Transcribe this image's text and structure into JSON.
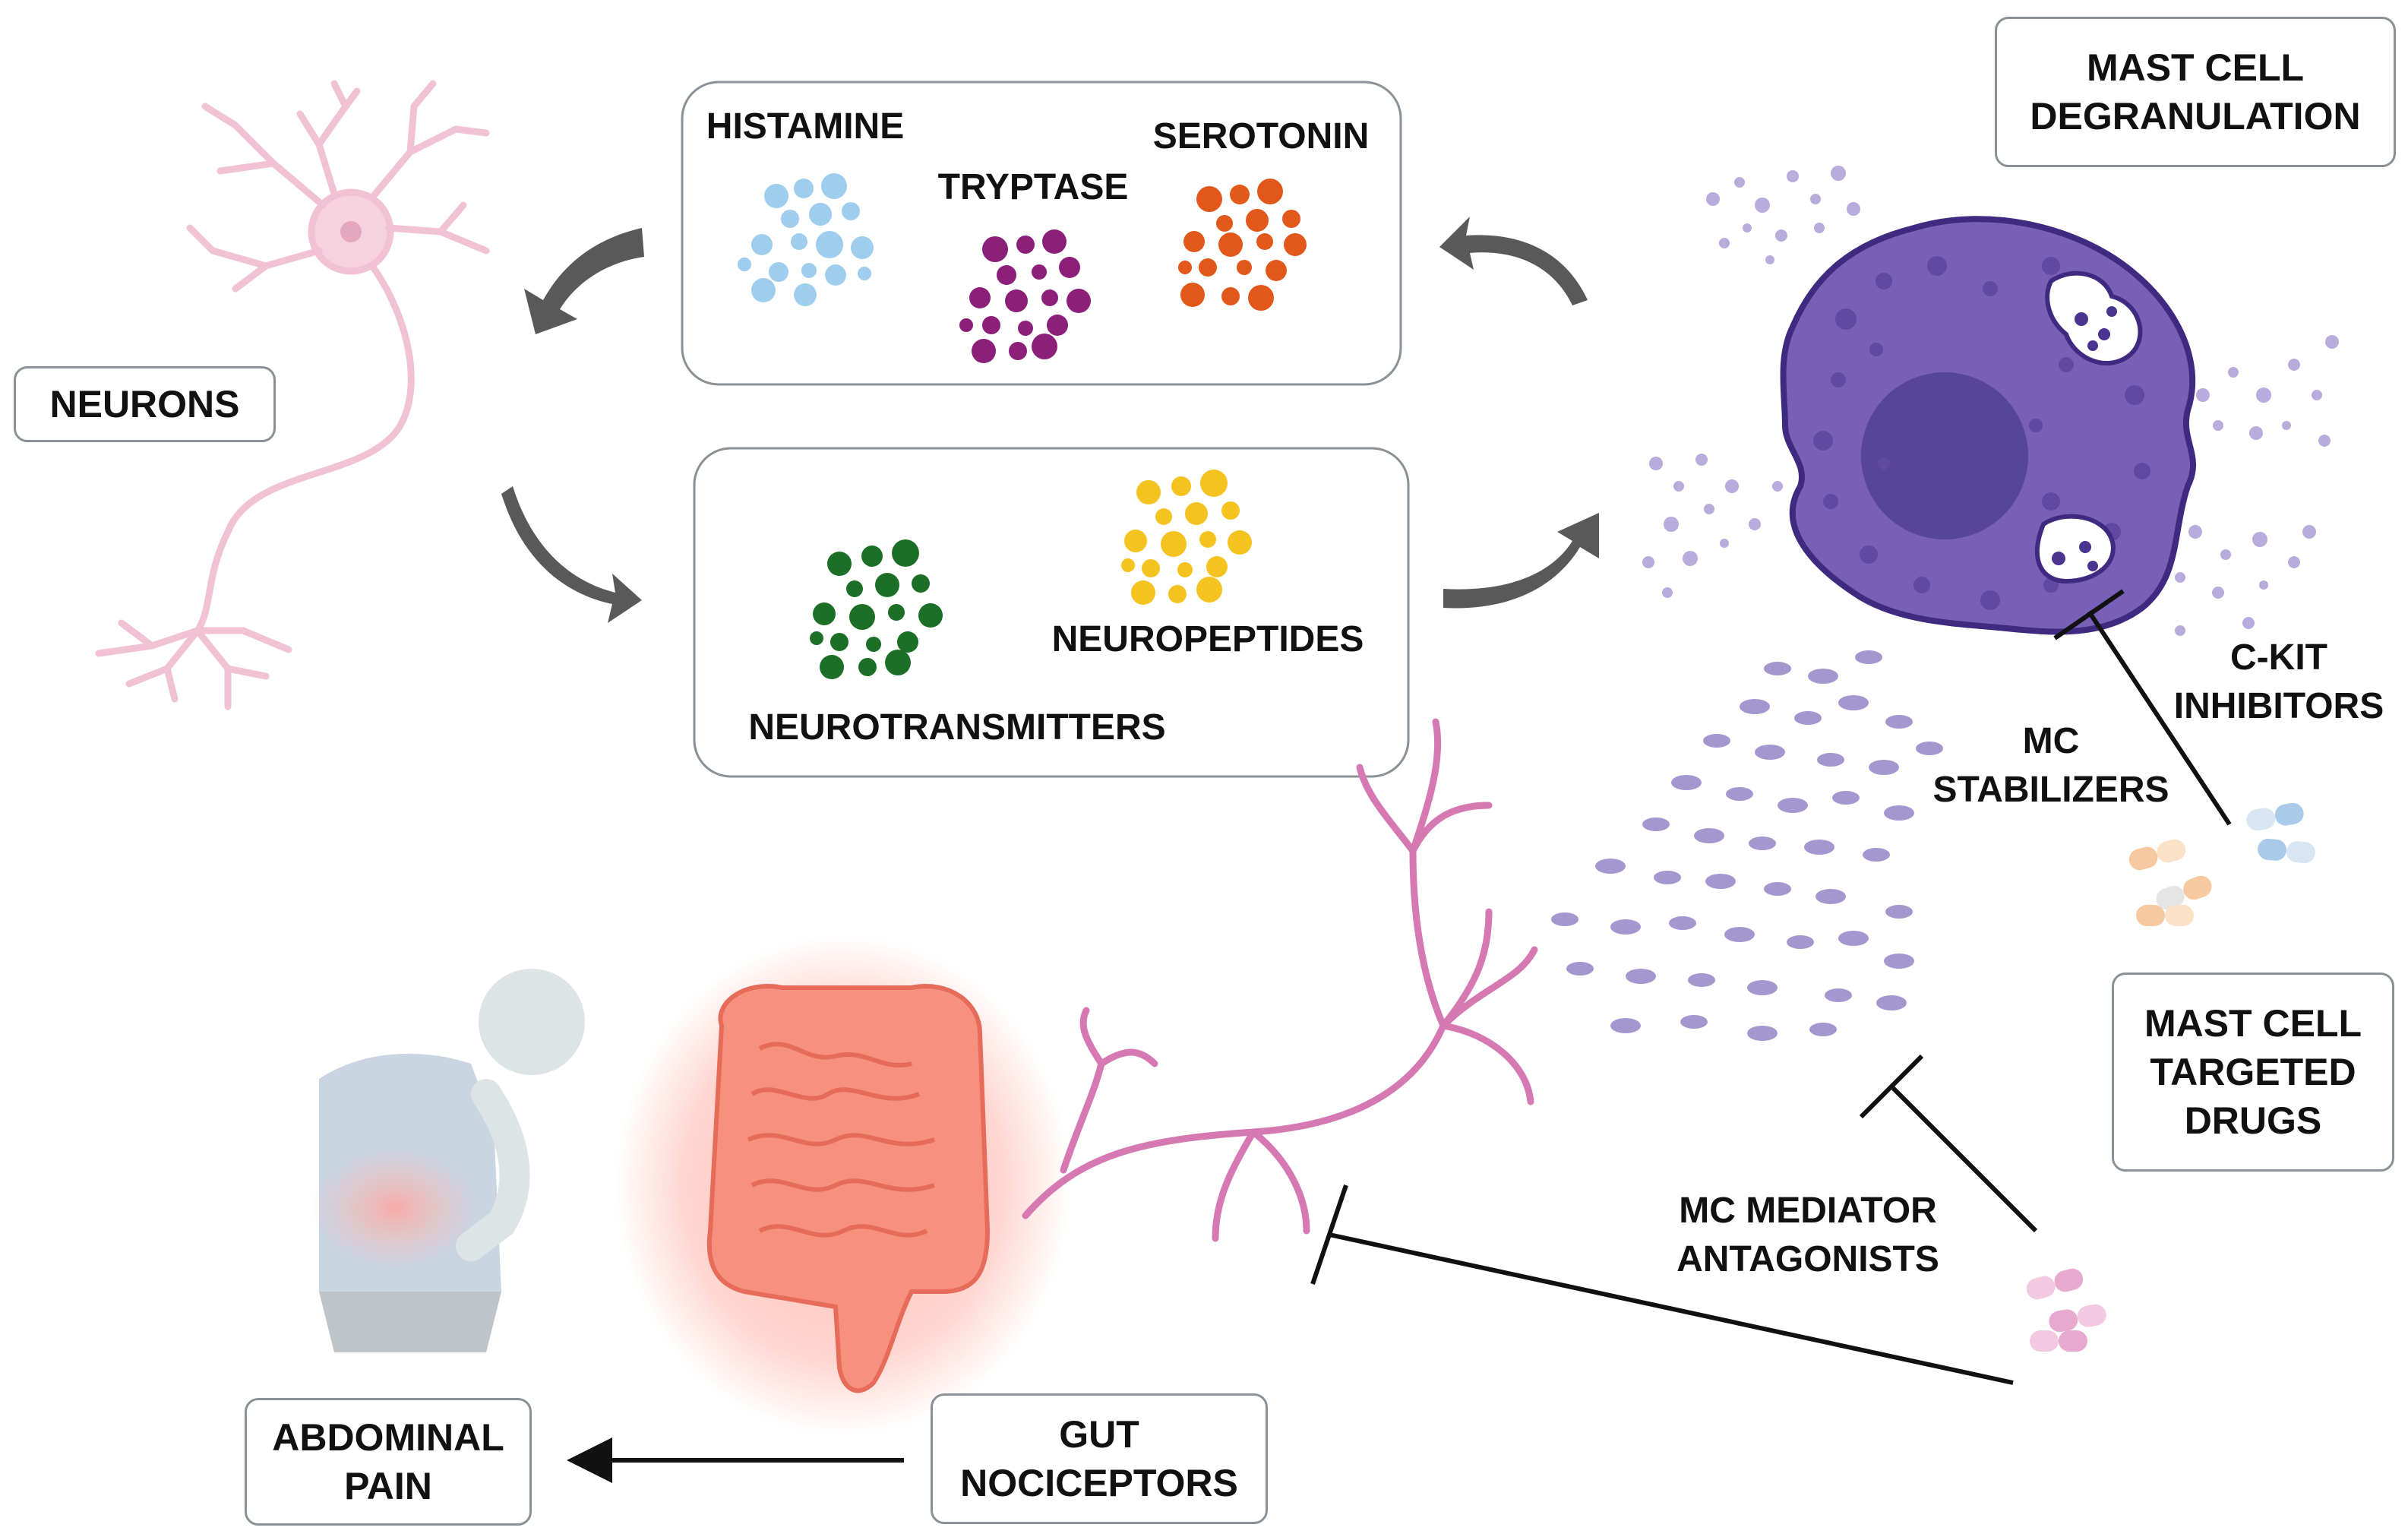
{
  "labels": {
    "neurons": "NEURONS",
    "histamine": "HISTAMINE",
    "tryptase": "TRYPTASE",
    "serotonin": "SEROTONIN",
    "neuropeptides": "NEUROPEPTIDES",
    "neurotransmitters": "NEUROTRANSMITTERS",
    "mast_cell_degranulation": "MAST CELL\nDEGRANULATION",
    "c_kit_inhibitors": "C-KIT\nINHIBITORS",
    "mc_stabilizers": "MC\nSTABILIZERS",
    "mast_cell_targeted_drugs": "MAST CELL\nTARGETED\nDRUGS",
    "mc_mediator_antagonists": "MC MEDIATOR\nANTAGONISTS",
    "abdominal_pain": "ABDOMINAL\nPAIN",
    "gut_nociceptors": "GUT\nNOCICEPTORS"
  },
  "colors": {
    "histamine": "#9fcdee",
    "tryptase": "#8b1f7a",
    "serotonin": "#e2571a",
    "neurotransmitters": "#1d6f27",
    "neuropeptides": "#f4c320",
    "mast_cell": "#7860b8",
    "granule_cloud": "#a497d0",
    "neuron": "#f1c2d3",
    "nociceptor": "#d678b2",
    "gut": "#f6907f",
    "cycle_arrow": "#595959",
    "box_border": "#8a9096"
  },
  "icons": {
    "neuron": "neuron-icon",
    "mast_cell": "mast-cell-icon",
    "gut": "intestine-icon",
    "person": "person-abdominal-pain-icon",
    "nociceptor": "nociceptor-fiber-icon",
    "pills": "capsule-icon"
  }
}
